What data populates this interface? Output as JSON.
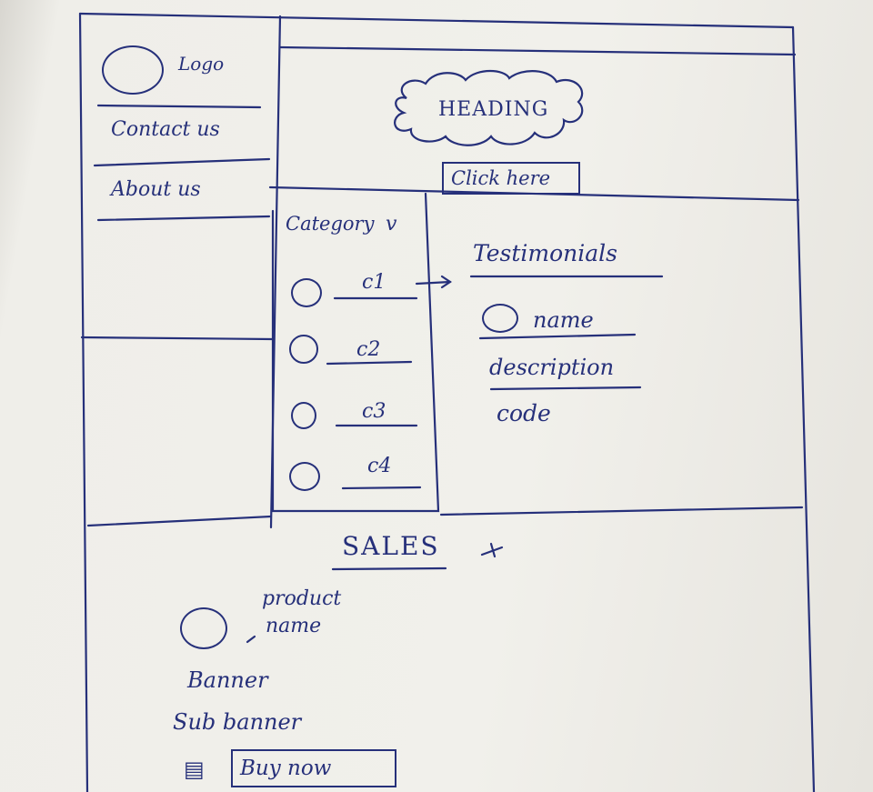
{
  "sidebar": {
    "logo": "Logo",
    "items": [
      "Contact us",
      "About us"
    ]
  },
  "header": {
    "heading": "HEADING",
    "cta": "Click here"
  },
  "category": {
    "title": "Category",
    "chevron": "v",
    "items": [
      "c1",
      "c2",
      "c3",
      "c4"
    ]
  },
  "testimonials": {
    "title": "Testimonials",
    "name": "name",
    "description": "description",
    "code": "code"
  },
  "sales": {
    "title": "SALES",
    "product": "product",
    "product_name": "name",
    "banner": "Banner",
    "sub_banner": "Sub banner",
    "buy_button": "Buy now"
  },
  "ink_color": "#26307a"
}
